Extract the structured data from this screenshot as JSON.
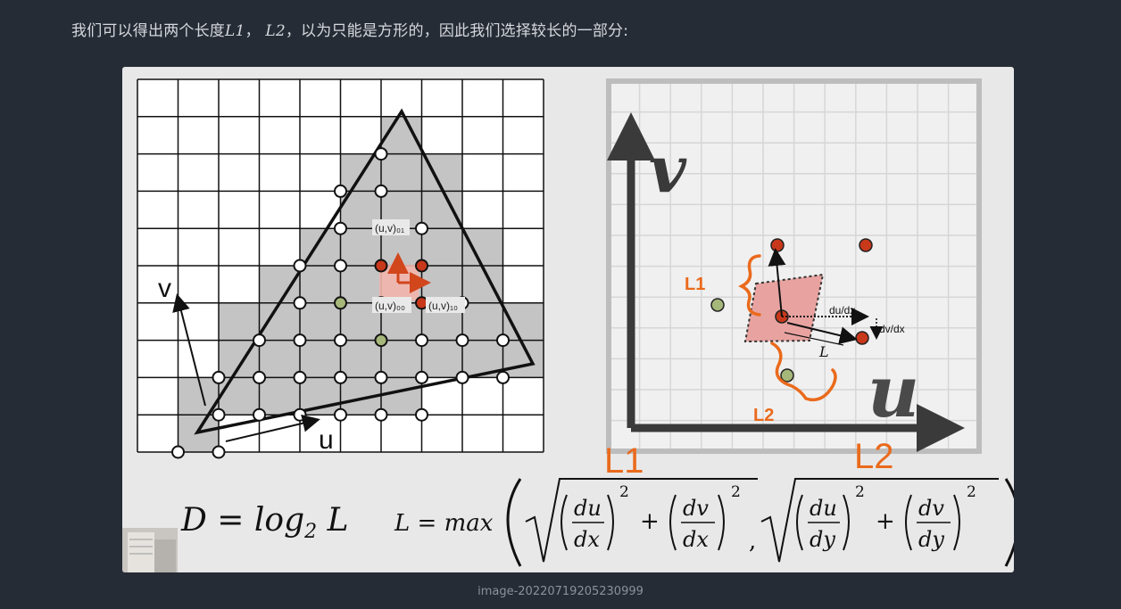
{
  "paragraph": {
    "part1": "我们可以得出两个长度",
    "var1": "L1",
    "part2": "， ",
    "var2": "L2",
    "part3": "，以为只能是方形的，因此我们选择较长的一部分:"
  },
  "figure": {
    "left_panel": {
      "label_v": "v",
      "label_u": "u",
      "label_uv01": "(u,v)₀₁",
      "label_uv00": "(u,v)₀₀",
      "label_uv10": "(u,v)₁₀"
    },
    "right_panel": {
      "axis_v": "v",
      "axis_u": "u",
      "label_dudx": "du/dx",
      "label_dvdx": "dv/dx",
      "label_L": "L",
      "annot_L1": "L1",
      "annot_L2": "L2"
    },
    "formula": {
      "D_eq": "D = log",
      "log_sub": "2",
      "D_rhs": " L",
      "L_eq": "L = max",
      "annot_L1": "L1",
      "annot_L2": "L2",
      "du": "du",
      "dv": "dv",
      "dx": "dx",
      "dy": "dy",
      "sq": "2",
      "plus": "+",
      "comma": ","
    },
    "colors": {
      "orange_annotation": "#ea6a1c",
      "red_dot": "#c8381a",
      "green_dot": "#a6b77a",
      "pink_square": "#e8a3a0"
    }
  },
  "caption": "image-20220719205230999"
}
